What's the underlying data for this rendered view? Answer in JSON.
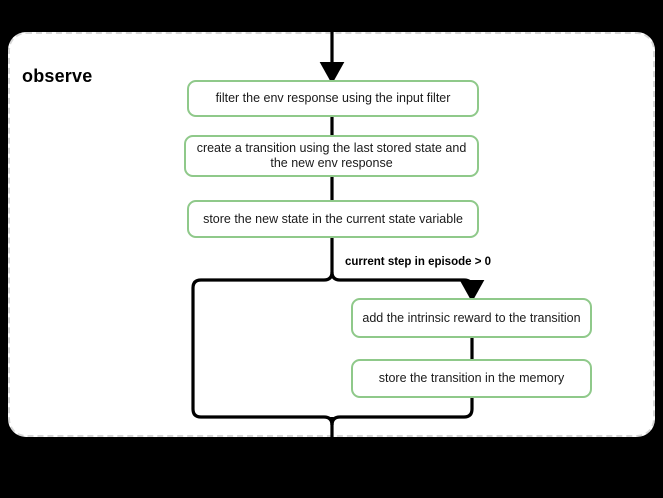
{
  "diagram": {
    "title": "observe",
    "background_color": "#000000",
    "scope_fill": "#ffffff",
    "scope_border_color": "#d8d8d8",
    "node_border_color": "#8fc98a",
    "connector_color": "#000000",
    "nodes": [
      {
        "id": "filter",
        "label": "filter the env response using the input filter"
      },
      {
        "id": "create",
        "label": "create a transition using the last stored state and the new env response"
      },
      {
        "id": "store-state",
        "label": "store the new state in the current state variable"
      },
      {
        "id": "intrinsic",
        "label": "add the intrinsic reward to the transition"
      },
      {
        "id": "store-memory",
        "label": "store the transition in the memory"
      }
    ],
    "edges": [
      {
        "id": "entry",
        "label": ""
      },
      {
        "id": "branch",
        "label": "current step in episode > 0"
      }
    ]
  }
}
